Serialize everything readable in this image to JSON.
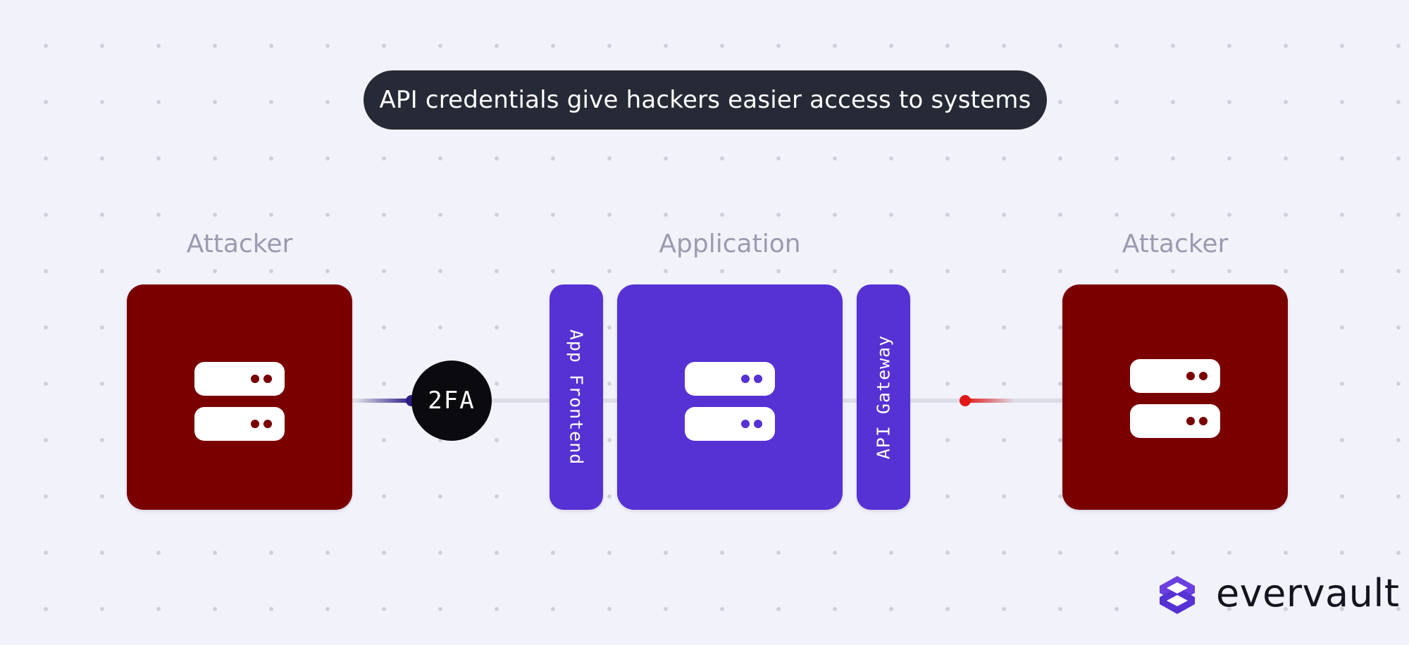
{
  "banner": {
    "text": "API credentials give hackers easier access to systems"
  },
  "nodes": {
    "left_attacker": {
      "label": "Attacker"
    },
    "application": {
      "label": "Application"
    },
    "right_attacker": {
      "label": "Attacker"
    }
  },
  "components": {
    "app_frontend": "App Frontend",
    "api_gateway": "API Gateway",
    "two_factor": "2FA"
  },
  "brand": {
    "name": "evervault"
  },
  "colors": {
    "background": "#f2f2fb",
    "banner": "#262a36",
    "attacker": "#7a0000",
    "application": "#5631d3",
    "label_text": "#9a9bb0",
    "attack_line": "#e01818",
    "blocked_line": "#2e1b86"
  },
  "icons": [
    "server-icon",
    "evervault-logo-icon"
  ]
}
